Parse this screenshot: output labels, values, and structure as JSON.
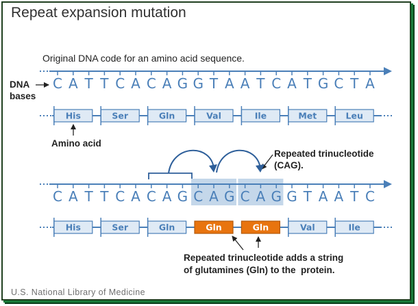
{
  "title": "Repeat expansion mutation",
  "credit": "U.S. National Library of Medicine",
  "colors": {
    "strand": "#4a7fb8",
    "box_fill": "#dfeaf5",
    "highlight_fill": "#c4d7ea",
    "glutamine_fill": "#e8740f",
    "glutamine_border": "#b3590b"
  },
  "original": {
    "caption": "Original DNA code for an amino acid sequence.",
    "dna_label": "DNA\nbases",
    "amino_label": "Amino acid",
    "bases": [
      "C",
      "A",
      "T",
      "T",
      "C",
      "A",
      "C",
      "A",
      "G",
      "G",
      "T",
      "A",
      "A",
      "T",
      "C",
      "A",
      "T",
      "G",
      "C",
      "T",
      "A"
    ],
    "amino_acids": [
      "His",
      "Ser",
      "Gln",
      "Val",
      "Ile",
      "Met",
      "Leu"
    ]
  },
  "mutated": {
    "repeat_label": "Repeated trinucleotide\n(CAG).",
    "bases": [
      "C",
      "A",
      "T",
      "T",
      "C",
      "A",
      "C",
      "A",
      "G",
      "C",
      "A",
      "G",
      "C",
      "A",
      "G",
      "G",
      "T",
      "A",
      "A",
      "T",
      "C"
    ],
    "amino_acids": [
      "His",
      "Ser",
      "Gln",
      "Gln",
      "Gln",
      "Val",
      "Ile"
    ],
    "repeated_codons": [
      3,
      4
    ],
    "note": "Repeated trinucleotide adds a string\nof glutamines (Gln) to the  protein."
  }
}
